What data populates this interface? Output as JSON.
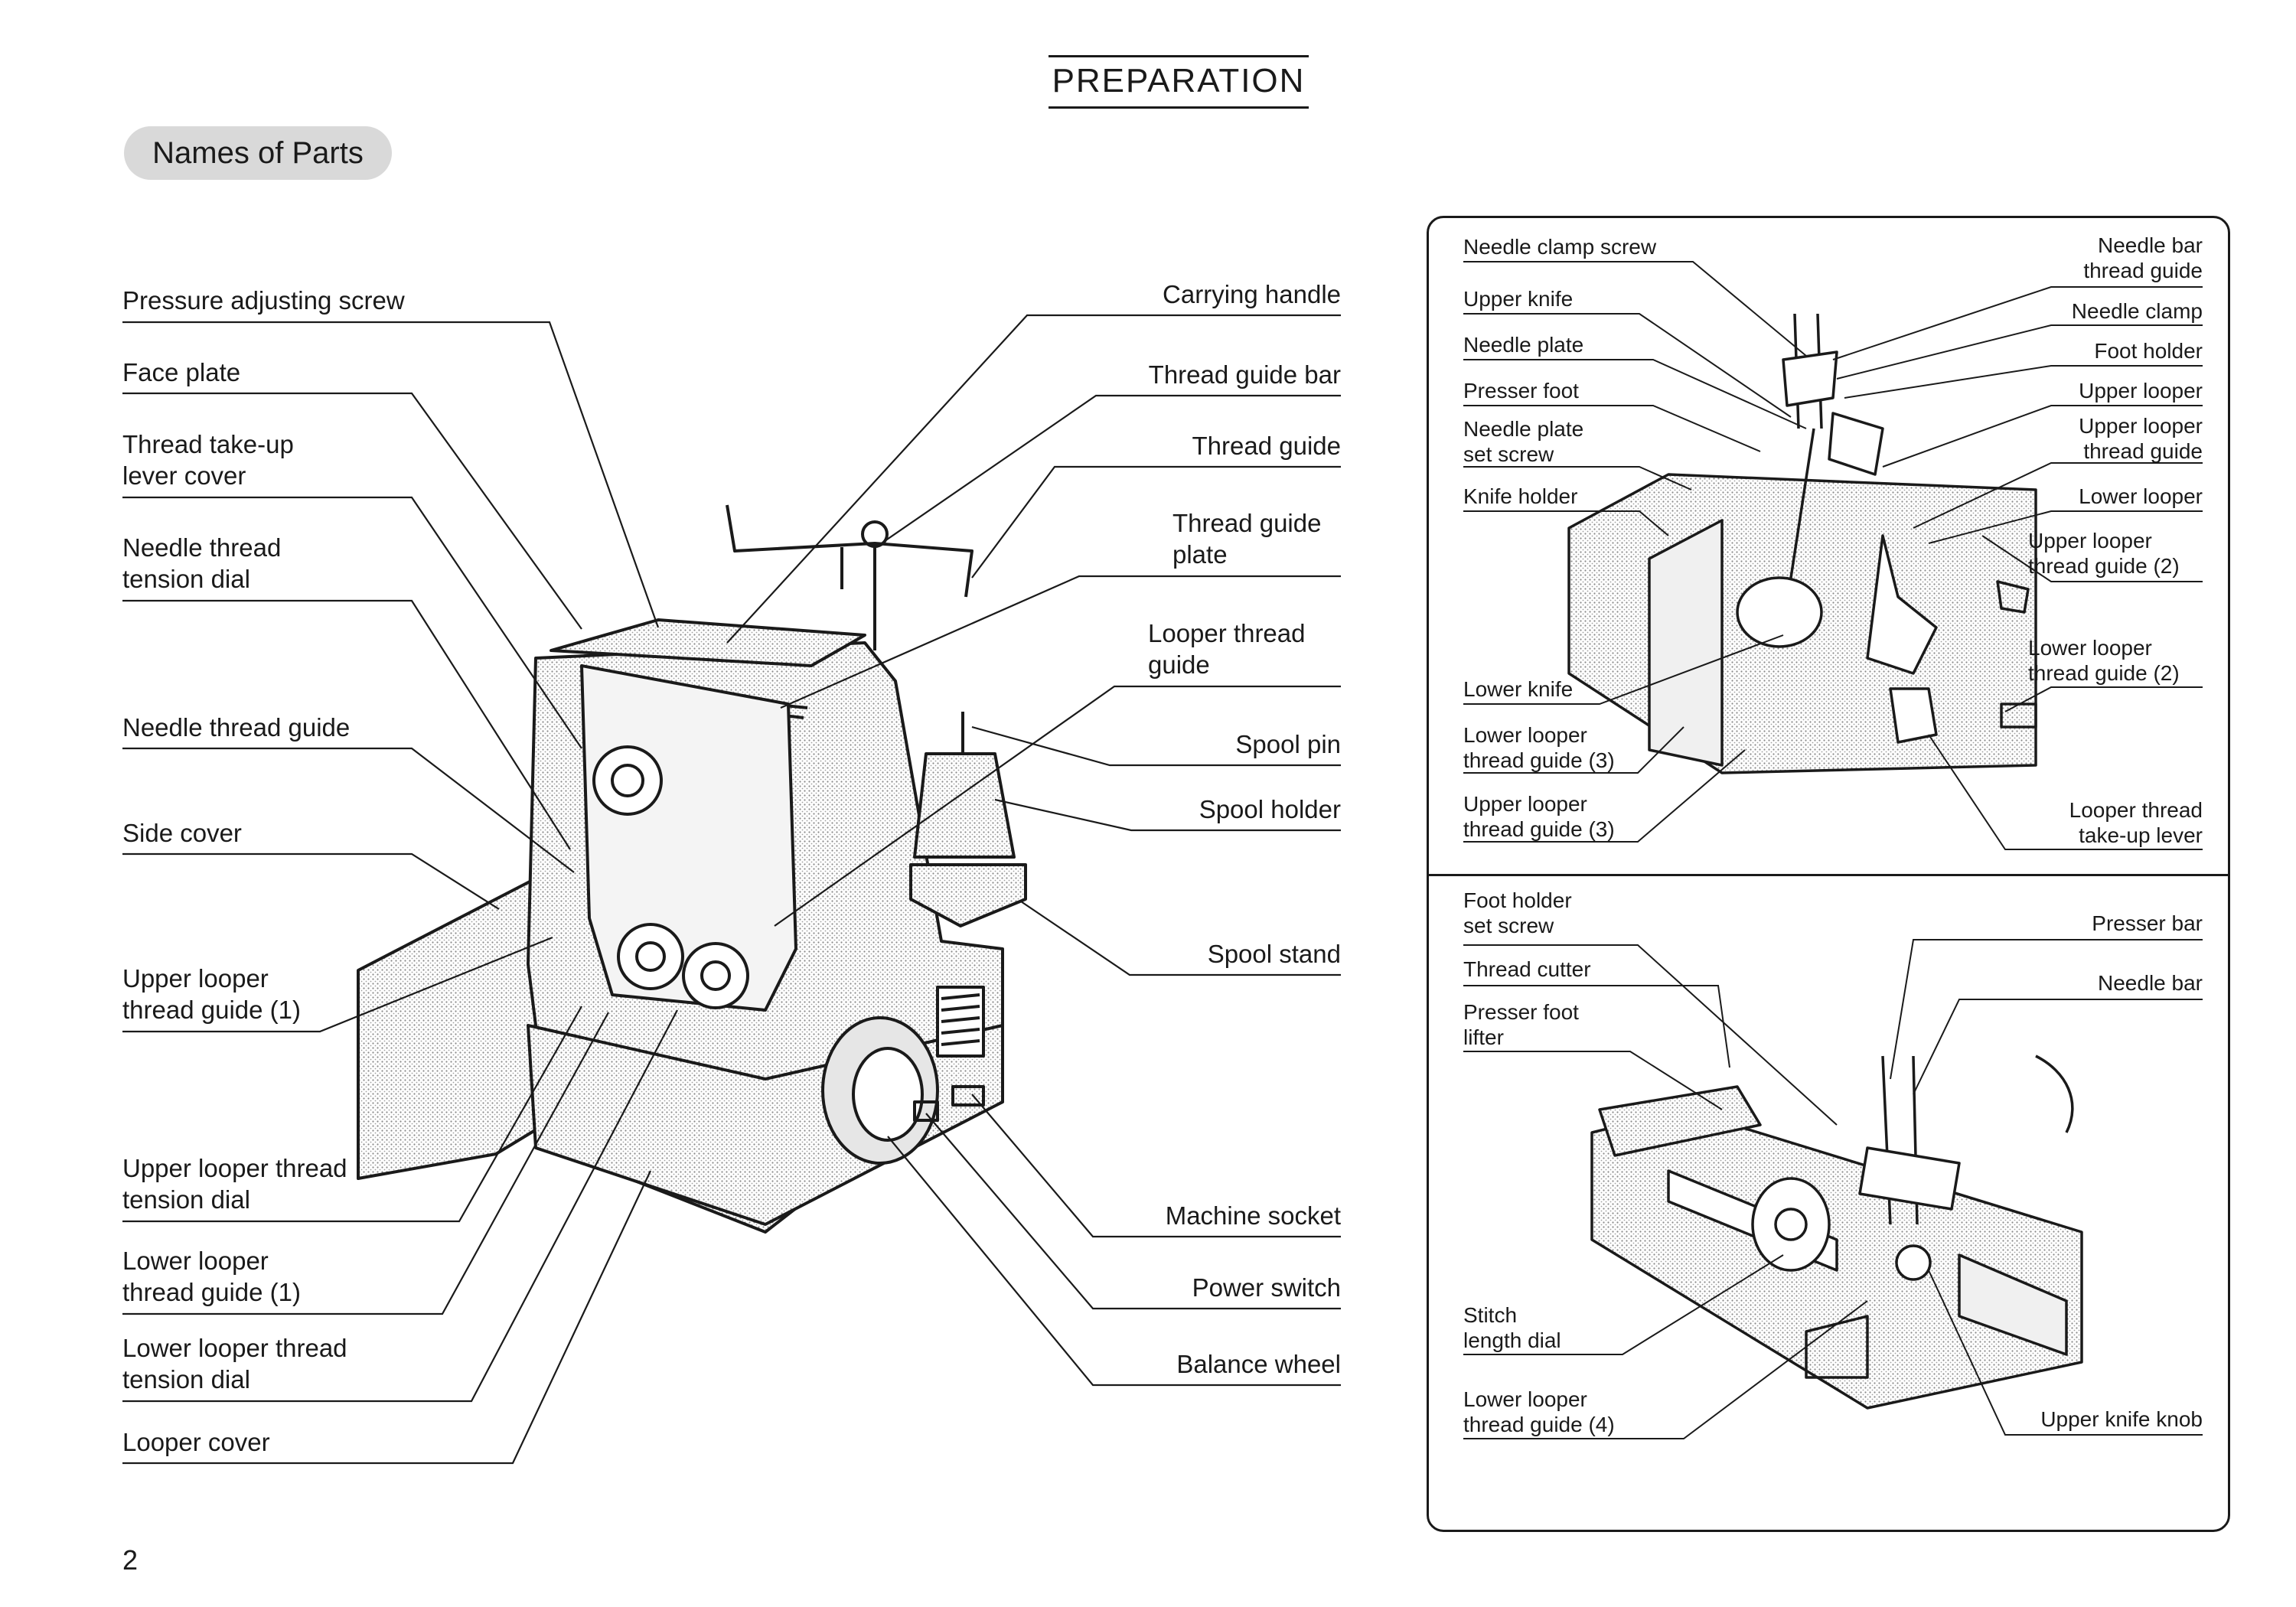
{
  "header": {
    "title": "PREPARATION"
  },
  "section": {
    "badge": "Names of Parts"
  },
  "main_labels_left": [
    "Pressure adjusting screw",
    "Face plate",
    "Thread take-up\nlever cover",
    "Needle thread\ntension dial",
    "Needle thread guide",
    "Side cover",
    "Upper looper\nthread guide (1)",
    "Upper looper thread\ntension dial",
    "Lower looper\nthread guide (1)",
    "Lower looper thread\ntension dial",
    "Looper cover"
  ],
  "main_labels_right": [
    "Carrying handle",
    "Thread guide bar",
    "Thread guide",
    "Thread guide\nplate",
    "Looper thread\nguide",
    "Spool pin",
    "Spool holder",
    "Spool stand",
    "Machine socket",
    "Power switch",
    "Balance wheel"
  ],
  "top_inset_left": [
    "Needle clamp screw",
    "Upper knife",
    "Needle plate",
    "Presser foot",
    "Needle plate\nset screw",
    "Knife holder",
    "Lower knife",
    "Lower looper\nthread guide (3)",
    "Upper looper\nthread guide (3)"
  ],
  "top_inset_right": [
    "Needle bar\nthread guide",
    "Needle clamp",
    "Foot holder",
    "Upper looper",
    "Upper looper\nthread guide",
    "Lower looper",
    "Upper looper\nthread guide (2)",
    "Lower looper\nthread guide (2)",
    "Looper thread\ntake-up lever"
  ],
  "bottom_inset_left": [
    "Foot holder\nset screw",
    "Thread cutter",
    "Presser foot\nlifter",
    "Stitch\nlength dial",
    "Lower looper\nthread guide (4)"
  ],
  "bottom_inset_right": [
    "Presser bar",
    "Needle bar",
    "Upper knife knob"
  ],
  "footer": {
    "page_number": "2"
  }
}
